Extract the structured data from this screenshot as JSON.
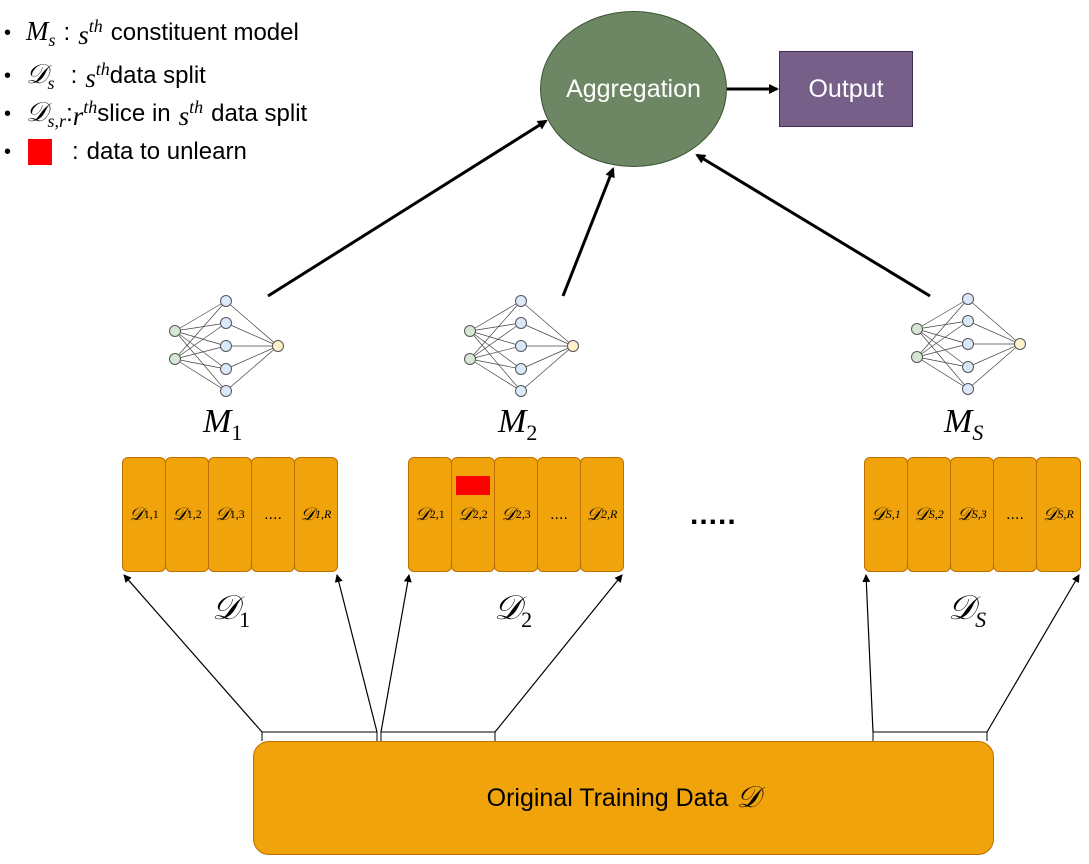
{
  "legend": {
    "items": [
      {
        "symbol": "M",
        "subscript": "s",
        "sep": ":",
        "ord": "s",
        "ord_sup": "th",
        "text": "constituent model"
      },
      {
        "symbol": "𝒟",
        "subscript": "s",
        "sep": ":",
        "ord": "s",
        "ord_sup": "th",
        "text": "data split"
      },
      {
        "symbol": "𝒟",
        "subscript": "s,r",
        "sep": ":",
        "ord": "r",
        "ord_sup": "th",
        "text": "slice in",
        "ord2": "s",
        "ord2_sup": "th",
        "text2": "data split"
      },
      {
        "sep": ":",
        "text": "data to unlearn"
      }
    ]
  },
  "aggregation": {
    "label": "Aggregation"
  },
  "output": {
    "label": "Output"
  },
  "models": [
    {
      "symbol": "M",
      "sub": "1"
    },
    {
      "symbol": "M",
      "sub": "2"
    },
    {
      "symbol": "M",
      "sub": "S"
    }
  ],
  "splits": [
    {
      "symbol": "𝒟",
      "sub": "1",
      "slices": [
        {
          "sym": "𝒟",
          "sub": "1,1"
        },
        {
          "sym": "𝒟",
          "sub": "1,2"
        },
        {
          "sym": "𝒟",
          "sub": "1,3"
        },
        {
          "dots": "...."
        },
        {
          "sym": "𝒟",
          "sub": "1,R"
        }
      ]
    },
    {
      "symbol": "𝒟",
      "sub": "2",
      "slices": [
        {
          "sym": "𝒟",
          "sub": "2,1"
        },
        {
          "sym": "𝒟",
          "sub": "2,2"
        },
        {
          "sym": "𝒟",
          "sub": "2,3"
        },
        {
          "dots": "...."
        },
        {
          "sym": "𝒟",
          "sub": "2,R"
        }
      ]
    },
    {
      "symbol": "𝒟",
      "sub": "S",
      "slices": [
        {
          "sym": "𝒟",
          "sub": "S,1"
        },
        {
          "sym": "𝒟",
          "sub": "S,2"
        },
        {
          "sym": "𝒟",
          "sub": "S,3"
        },
        {
          "dots": "...."
        },
        {
          "sym": "𝒟",
          "sub": "S,R"
        }
      ]
    }
  ],
  "ellipsis": ".....",
  "training": {
    "label": "Original Training Data",
    "symbol": "𝒟"
  },
  "colors": {
    "aggregation_fill": "#6d8764",
    "output_fill": "#76608a",
    "data_fill": "#f0a30a",
    "data_border": "#bd7000",
    "unlearn": "#ff0000",
    "nn_input": "#d5e8d4",
    "nn_hidden": "#dae8fc",
    "nn_output": "#fff2cc"
  },
  "icons": [
    "neural-network-icon"
  ]
}
